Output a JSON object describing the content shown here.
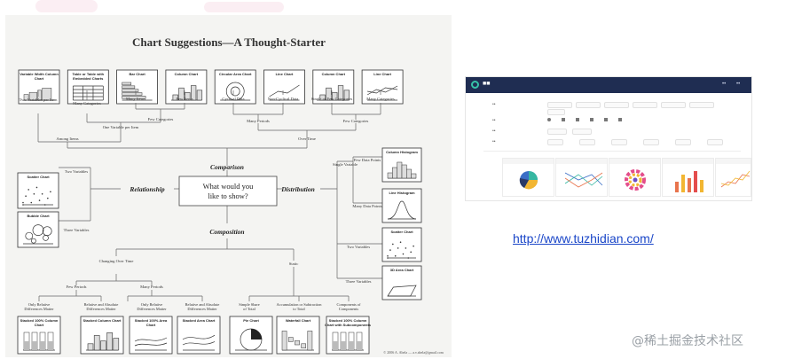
{
  "chart_sheet": {
    "title": "Chart Suggestions—A Thought-Starter",
    "question": [
      "What would you",
      "like to show?"
    ],
    "branches": {
      "comparison": "Comparison",
      "distribution": "Distribution",
      "relationship": "Relationship",
      "composition": "Composition"
    },
    "top_charts": [
      "Variable Width Column Chart",
      "Table or Table with Embedded Charts",
      "Bar Chart",
      "Column Chart",
      "Circular Area Chart",
      "Line Chart",
      "Column Chart",
      "Line Chart"
    ],
    "top_labels": {
      "two_vars_per_item": "Two Variables per Item",
      "many_categories": "Many Categories",
      "many_items": "Many Items",
      "few_items": "Few Items",
      "cyclical": "Cyclical Data",
      "non_cyclical": "Non-Cyclical Data",
      "single_or_few": "Single or Few Categories",
      "many_cat_time": "Many Categories",
      "few_categories": "Few Categories",
      "many_periods": "Many Periods",
      "few_categories2": "Few Categories",
      "one_var_per_item": "One Variable per Item",
      "among_items": "Among Items",
      "over_time": "Over Time"
    },
    "relationship_charts": [
      "Scatter Chart",
      "Bubble Chart"
    ],
    "relationship_labels": [
      "Two Variables",
      "Three Variables"
    ],
    "distribution": {
      "single_variable": "Single Variable",
      "few_points": "Few Data Points",
      "many_points": "Many Data Points",
      "two_variables": "Two Variables",
      "three_variables": "Three Variables",
      "charts": [
        "Column Histogram",
        "Line Histogram",
        "Scatter Chart",
        "3D Area Chart"
      ]
    },
    "composition": {
      "changing": "Changing Over Time",
      "static": "Static",
      "few_periods": "Few Periods",
      "many_periods": "Many Periods",
      "leaf_labels": [
        "Only Relative Differences Matter",
        "Relative and Absolute Differences Matter",
        "Only Relative Differences Matter",
        "Relative and Absolute Differences Matter",
        "Simple Share of Total",
        "Accumulation or Subtraction to Total",
        "Components of Components"
      ],
      "charts": [
        "Stacked 100% Column Chart",
        "Stacked Column Chart",
        "Stacked 100% Area Chart",
        "Stacked Area Chart",
        "Pie Chart",
        "Waterfall Chart",
        "Stacked 100% Column Chart with Subcomponents"
      ]
    },
    "copyright": "© 2006  A. Abela — a.v.abela@gmail.com"
  },
  "link": {
    "url_text": "http://www.tuzhidian.com/"
  },
  "watermark": {
    "text": "@稀土掘金技术社区"
  },
  "colors": {
    "navy": "#1f2d52",
    "link_blue": "#1a46c8",
    "watermark_gray": "#9aa0a6",
    "brand_teal": "#37c3a8"
  }
}
